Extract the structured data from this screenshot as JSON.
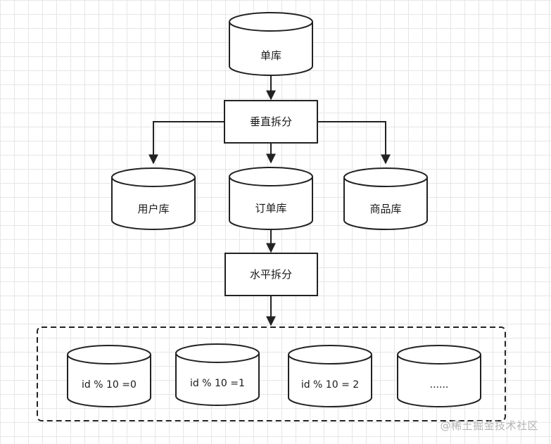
{
  "nodes": {
    "single_db": "单库",
    "vertical_split": "垂直拆分",
    "user_db": "用户库",
    "order_db": "订单库",
    "product_db": "商品库",
    "horizontal_split": "水平拆分",
    "shard_0": "id % 10 =0",
    "shard_1": "id % 10 =1",
    "shard_2": "id % 10 = 2",
    "shard_more": "......"
  },
  "watermark": "@稀土掘金技术社区",
  "colors": {
    "stroke": "#222222",
    "fill": "#ffffff",
    "grid": "#e6e6e6",
    "watermark": "#b4b4b4"
  }
}
